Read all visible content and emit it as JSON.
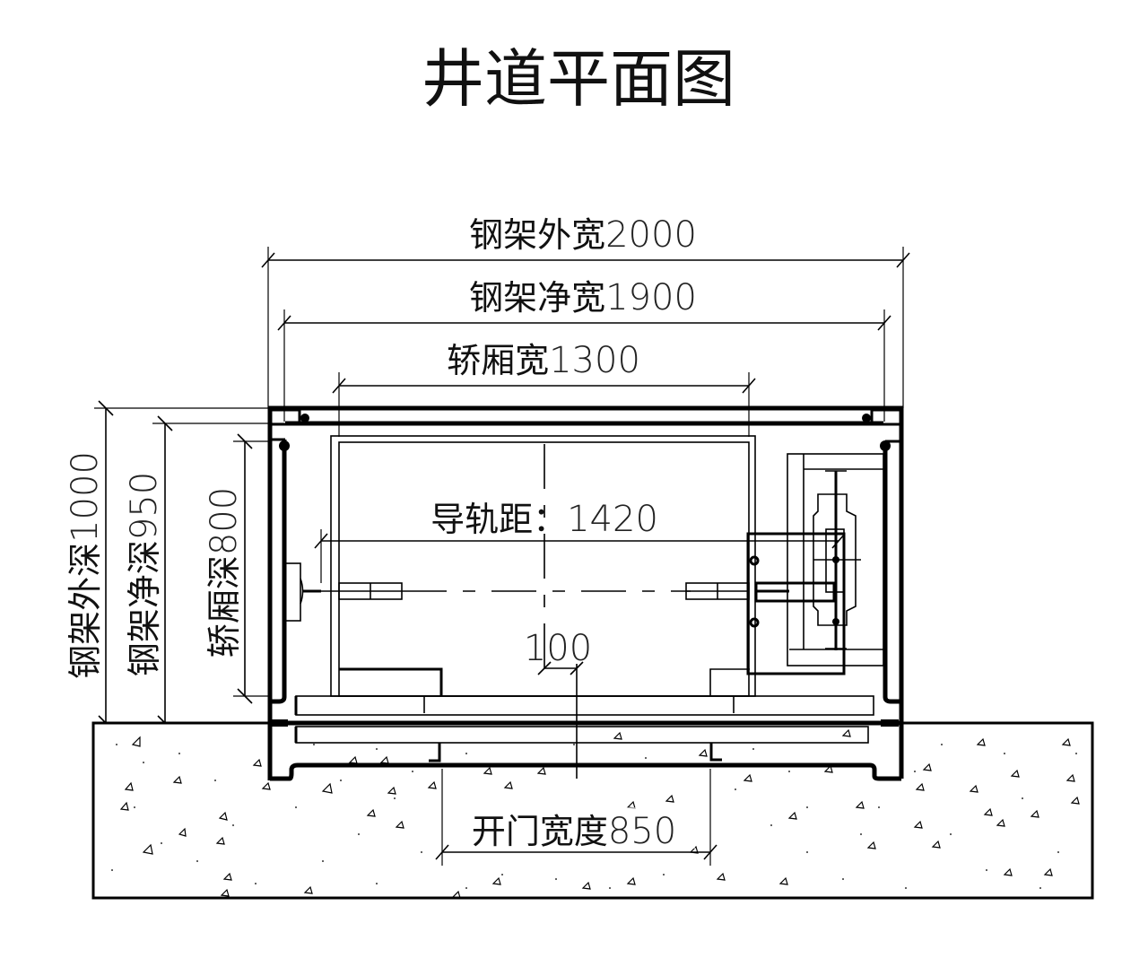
{
  "title": "井道平面图",
  "dimensions": {
    "frame_outer_width": {
      "label": "钢架外宽",
      "value": "2000"
    },
    "frame_clear_width": {
      "label": "钢架净宽",
      "value": "1900"
    },
    "car_width": {
      "label": "轿厢宽",
      "value": "1300"
    },
    "frame_outer_depth": {
      "label": "钢架外深",
      "value": "1000"
    },
    "frame_clear_depth": {
      "label": "钢架净深",
      "value": "950"
    },
    "car_depth": {
      "label": "轿厢深",
      "value": "800"
    },
    "rail_distance": {
      "label": "导轨距：",
      "value": "1420"
    },
    "offset": {
      "label": "",
      "value": "100"
    },
    "door_opening_width": {
      "label": "开门宽度",
      "value": "850"
    }
  },
  "colors": {
    "line": "#000000",
    "background": "#ffffff"
  }
}
